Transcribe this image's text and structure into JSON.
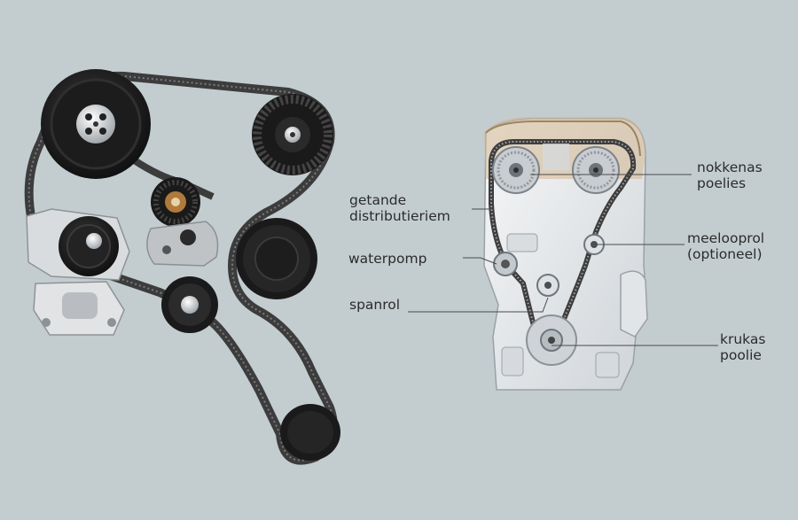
{
  "labels": {
    "timing_belt": [
      "getande",
      "distributieriem"
    ],
    "water_pump": [
      "waterpomp"
    ],
    "tensioner": [
      "spanrol"
    ],
    "camshaft_pulleys": [
      "nokkenas",
      "poelies"
    ],
    "idler": [
      "meelooprol",
      "(optioneel)"
    ],
    "crankshaft_pulley": [
      "krukas",
      "poolie"
    ]
  },
  "colors": {
    "background": "#c3cdd0",
    "leader_line": "#4a4a4a",
    "belt": "#3c3c3c",
    "pulley_dark": "#1f1f1f",
    "engine_block": "#e9ecef"
  }
}
